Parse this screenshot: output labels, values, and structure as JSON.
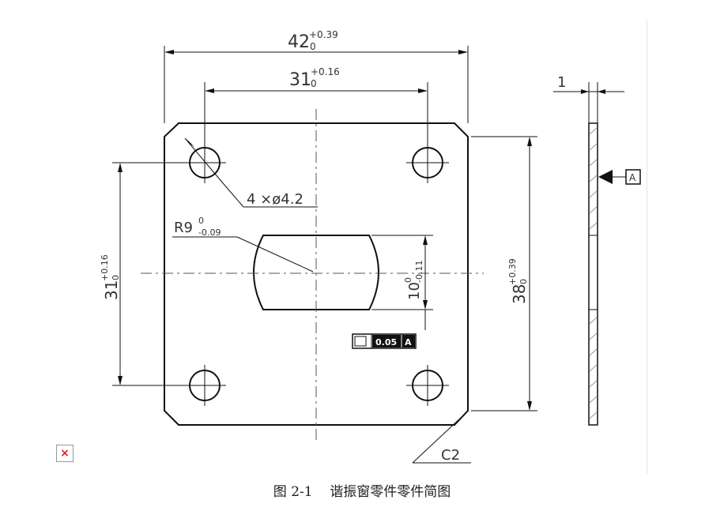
{
  "dimensions": {
    "width_overall": "42",
    "width_overall_sup": "+0.39",
    "width_overall_sub": "0",
    "hole_spacing_x": "31",
    "hole_spacing_x_sup": "+0.16",
    "hole_spacing_x_sub": "0",
    "hole_spacing_y": "31",
    "hole_spacing_y_sup": "+0.16",
    "hole_spacing_y_sub": "0",
    "height_overall": "38",
    "height_overall_sup": "+0.39",
    "height_overall_sub": "0",
    "slot_height": "10",
    "slot_height_sup": "0",
    "slot_height_sub": "-0.11",
    "radius": "R9",
    "radius_sup": "0",
    "radius_sub": "-0.09",
    "holes": "4 ×ø4.2",
    "chamfer": "C2",
    "thickness": "1"
  },
  "tolerance_frame": {
    "value": "0.05",
    "datum": "A"
  },
  "datum_symbol": "A",
  "caption": "图 2-1    谐振窗零件零件简图",
  "broken_image_icon": "×"
}
